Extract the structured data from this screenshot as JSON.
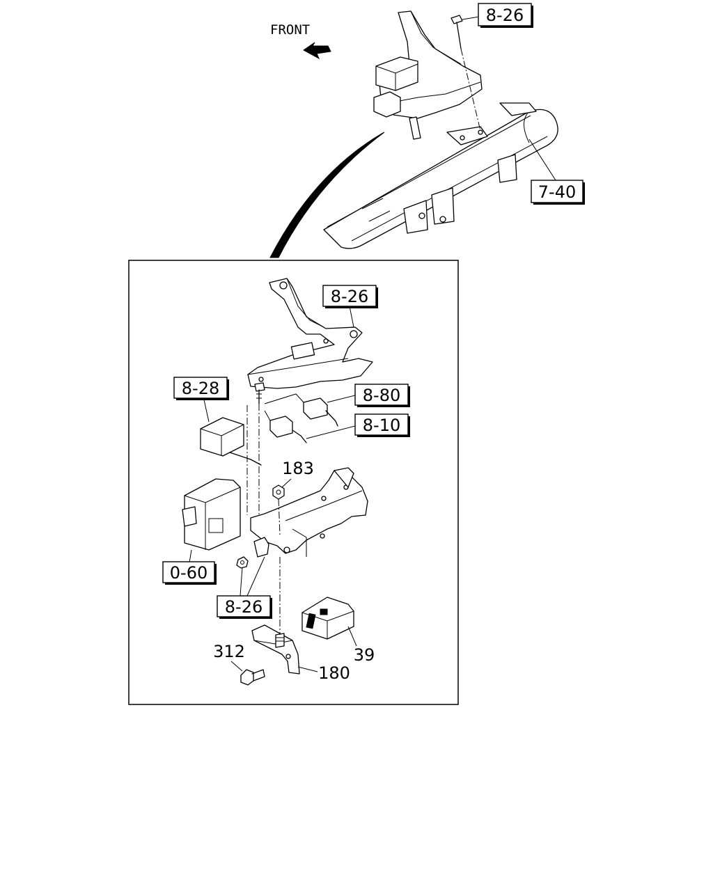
{
  "diagram": {
    "direction_label": "FRONT",
    "callouts": {
      "top_bracket_ref": "8-26",
      "frame_ref": "7-40",
      "inset_bracket_ref": "8-26",
      "relay_left_ref": "8-28",
      "connector_upper_ref": "8-80",
      "connector_lower_ref": "8-10",
      "nut_part": "183",
      "control_unit_ref": "0-60",
      "lower_bracket_ref": "8-26",
      "relay_part": "39",
      "bolt_part": "312",
      "clip_bracket_part": "180"
    },
    "colors": {
      "ink": "#000000",
      "paper": "#ffffff"
    },
    "icons": [
      "front-arrow-icon",
      "pointer-curve-icon"
    ]
  }
}
